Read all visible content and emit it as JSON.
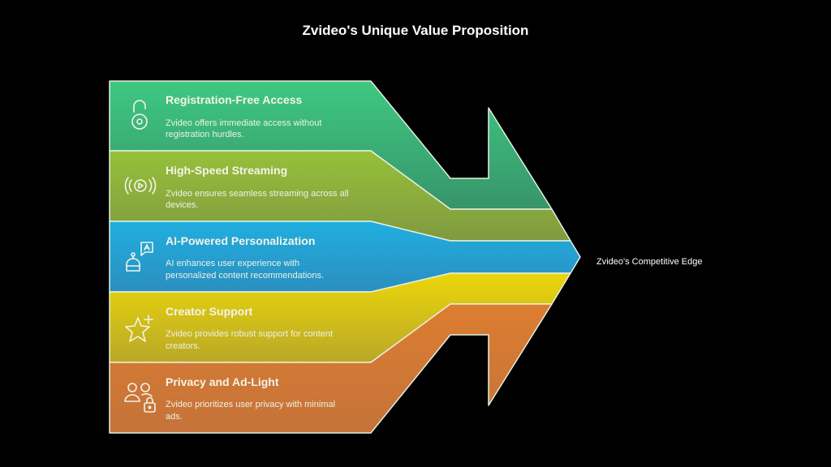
{
  "title": "Zvideo's Unique Value Proposition",
  "target_label": "Zvideo's Competitive Edge",
  "items": [
    {
      "title": "Registration-Free Access",
      "desc_lines": [
        "Zvideo offers immediate access without",
        "registration hurdles."
      ],
      "icon": "unlocked-padlock-icon",
      "color_top": "#3ec882",
      "color_bottom": "#37956a"
    },
    {
      "title": "High-Speed Streaming",
      "desc_lines": [
        "Zvideo ensures seamless streaming across all",
        "devices."
      ],
      "icon": "broadcast-play-icon",
      "color_top": "#97c03a",
      "color_bottom": "#7f9a40"
    },
    {
      "title": "AI-Powered Personalization",
      "desc_lines": [
        "AI enhances user experience with",
        "personalized content recommendations."
      ],
      "icon": "robot-chat-icon",
      "color_top": "#21aee0",
      "color_bottom": "#2a8fc0"
    },
    {
      "title": "Creator Support",
      "desc_lines": [
        "Zvideo provides robust support for content",
        "creators."
      ],
      "icon": "star-plus-icon",
      "color_top": "#ecd60a",
      "color_bottom": "#b9a828"
    },
    {
      "title": "Privacy and Ad-Light",
      "desc_lines": [
        "Zvideo prioritizes user privacy with minimal",
        "ads."
      ],
      "icon": "users-lock-icon",
      "color_top": "#dc7d30",
      "color_bottom": "#c5733a"
    }
  ]
}
